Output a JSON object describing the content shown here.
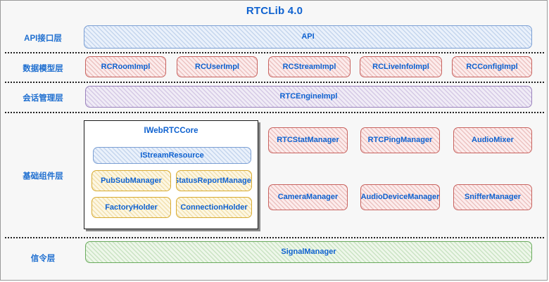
{
  "diagram": {
    "title": "RTCLib 4.0",
    "accent_text_color": "#0f62d0",
    "background_color": "#f7f7f7",
    "layers": [
      {
        "id": "api",
        "label": "API接口层",
        "nodes": [
          {
            "label": "API",
            "color": "blue"
          }
        ]
      },
      {
        "id": "data-model",
        "label": "数据模型层",
        "nodes": [
          {
            "label": "RCRoomImpl",
            "color": "red"
          },
          {
            "label": "RCUserImpl",
            "color": "red"
          },
          {
            "label": "RCStreamImpl",
            "color": "red"
          },
          {
            "label": "RCLiveInfoImpl",
            "color": "red"
          },
          {
            "label": "RCConfigImpl",
            "color": "red"
          }
        ]
      },
      {
        "id": "session",
        "label": "会话管理层",
        "nodes": [
          {
            "label": "RTCEngineImpl",
            "color": "purple"
          }
        ]
      },
      {
        "id": "components",
        "label": "基础组件层",
        "core": {
          "title": "IWebRTCCore",
          "stream_resource": {
            "label": "IStreamResource",
            "color": "blue"
          },
          "nodes": [
            {
              "label": "PubSubManager",
              "color": "yellow"
            },
            {
              "label": "StatusReportManager",
              "color": "yellow"
            },
            {
              "label": "FactoryHolder",
              "color": "yellow"
            },
            {
              "label": "ConnectionHolder",
              "color": "yellow"
            }
          ]
        },
        "nodes": [
          {
            "label": "RTCStatManager",
            "color": "red"
          },
          {
            "label": "RTCPingManager",
            "color": "red"
          },
          {
            "label": "AudioMixer",
            "color": "red"
          },
          {
            "label": "CameraManager",
            "color": "red"
          },
          {
            "label": "AudioDeviceManager",
            "color": "red"
          },
          {
            "label": "SnifferManager",
            "color": "red"
          }
        ]
      },
      {
        "id": "signaling",
        "label": "信令层",
        "nodes": [
          {
            "label": "SignalManager",
            "color": "green"
          }
        ]
      }
    ]
  }
}
